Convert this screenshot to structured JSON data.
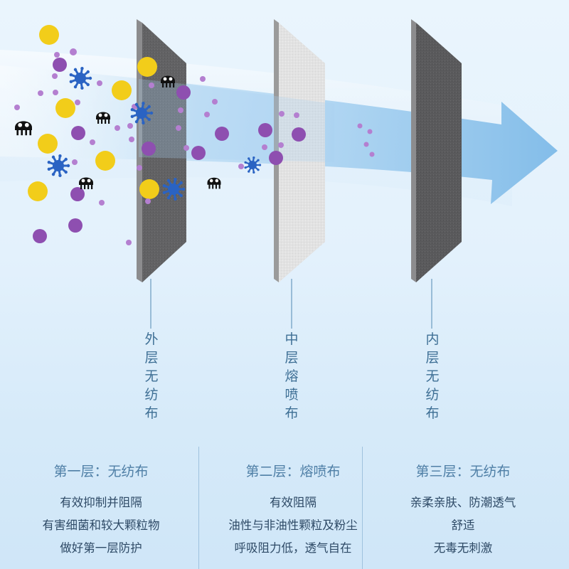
{
  "layers": [
    {
      "name_vertical": [
        "外",
        "层",
        "无",
        "纺",
        "布"
      ],
      "title": "第一层：无纺布",
      "lines": [
        "有效抑制并阻隔",
        "有害细菌和较大颗粒物",
        "做好第一层防护"
      ]
    },
    {
      "name_vertical": [
        "中",
        "层",
        "熔",
        "喷",
        "布"
      ],
      "title": "第二层：熔喷布",
      "lines": [
        "有效阻隔",
        "油性与非油性颗粒及粉尘",
        "呼吸阻力低，透气自在"
      ]
    },
    {
      "name_vertical": [
        "内",
        "层",
        "无",
        "纺",
        "布"
      ],
      "title": "第三层：无纺布",
      "lines": [
        "亲柔亲肤、防潮透气",
        "舒适",
        "无毒无刺激"
      ]
    }
  ],
  "colors": {
    "label_text": "#3e6f95",
    "panel_title": "#4f7fa6",
    "panel_text": "#2e4a66",
    "arrow": "#8cc3ec",
    "outer_layer": "#5b5b5d",
    "middle_layer": "#e3e3e3",
    "inner_layer": "#5b5b5d",
    "yellow_particle": "#f2cd1a",
    "purple_particle": "#8e4fb0",
    "bacteria": "#2a63c3",
    "virus": "#111111"
  },
  "icons": [
    "yellow-particle",
    "purple-particle",
    "bacteria-icon",
    "virus-icon"
  ]
}
